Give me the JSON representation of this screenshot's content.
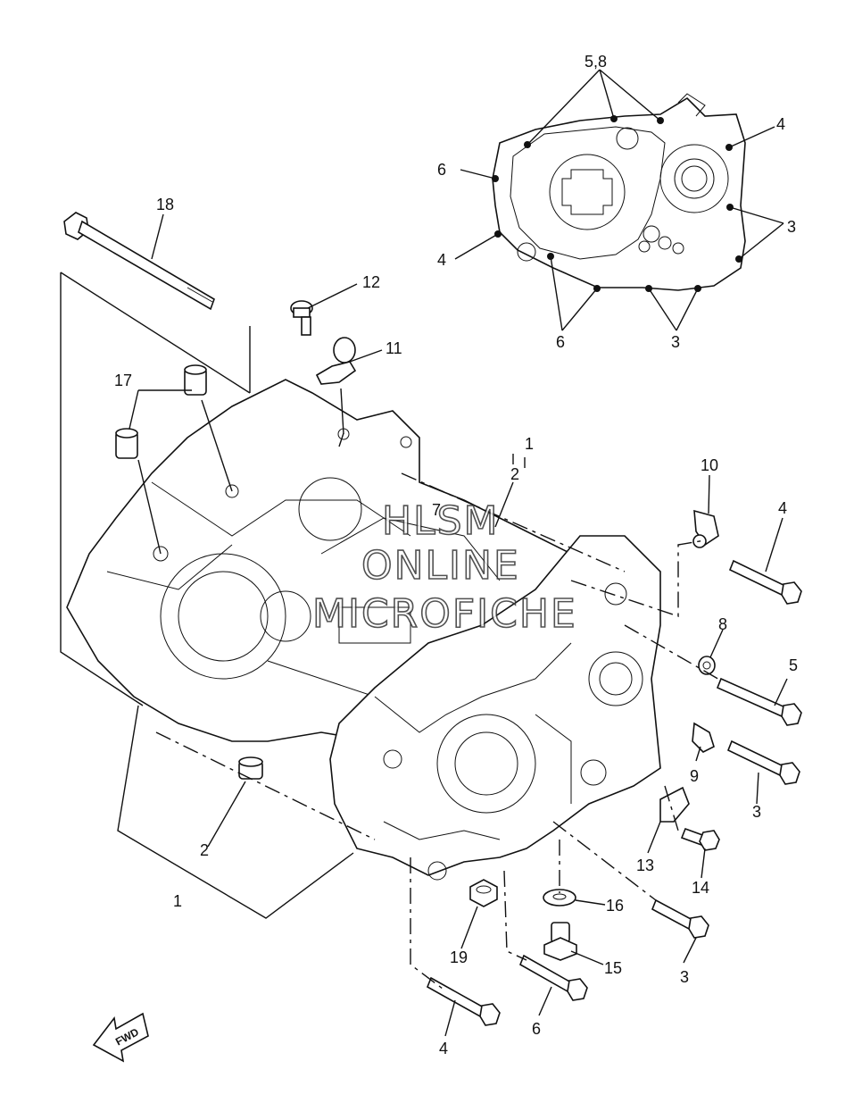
{
  "watermark": {
    "line1": "HLSM",
    "line2": "ONLINE",
    "line3": "MICROFICHE"
  },
  "fwd_label": "FWD",
  "callouts": {
    "c58": "5,8",
    "c4_top": "4",
    "c6_left": "6",
    "c3_right": "3",
    "c4_left": "4",
    "c6_bottom": "6",
    "c3_bottom": "3",
    "c18": "18",
    "c12": "12",
    "c11": "11",
    "c17": "17",
    "c1_top": "1",
    "c2_top": "2",
    "c7": "7",
    "c10": "10",
    "c4_mid": "4",
    "c8": "8",
    "c5": "5",
    "c9": "9",
    "c3_mid": "3",
    "c13": "13",
    "c14": "14",
    "c2_bottom": "2",
    "c1_bottom": "1",
    "c16": "16",
    "c15": "15",
    "c3_low": "3",
    "c19": "19",
    "c6_low": "6",
    "c4_low": "4"
  }
}
